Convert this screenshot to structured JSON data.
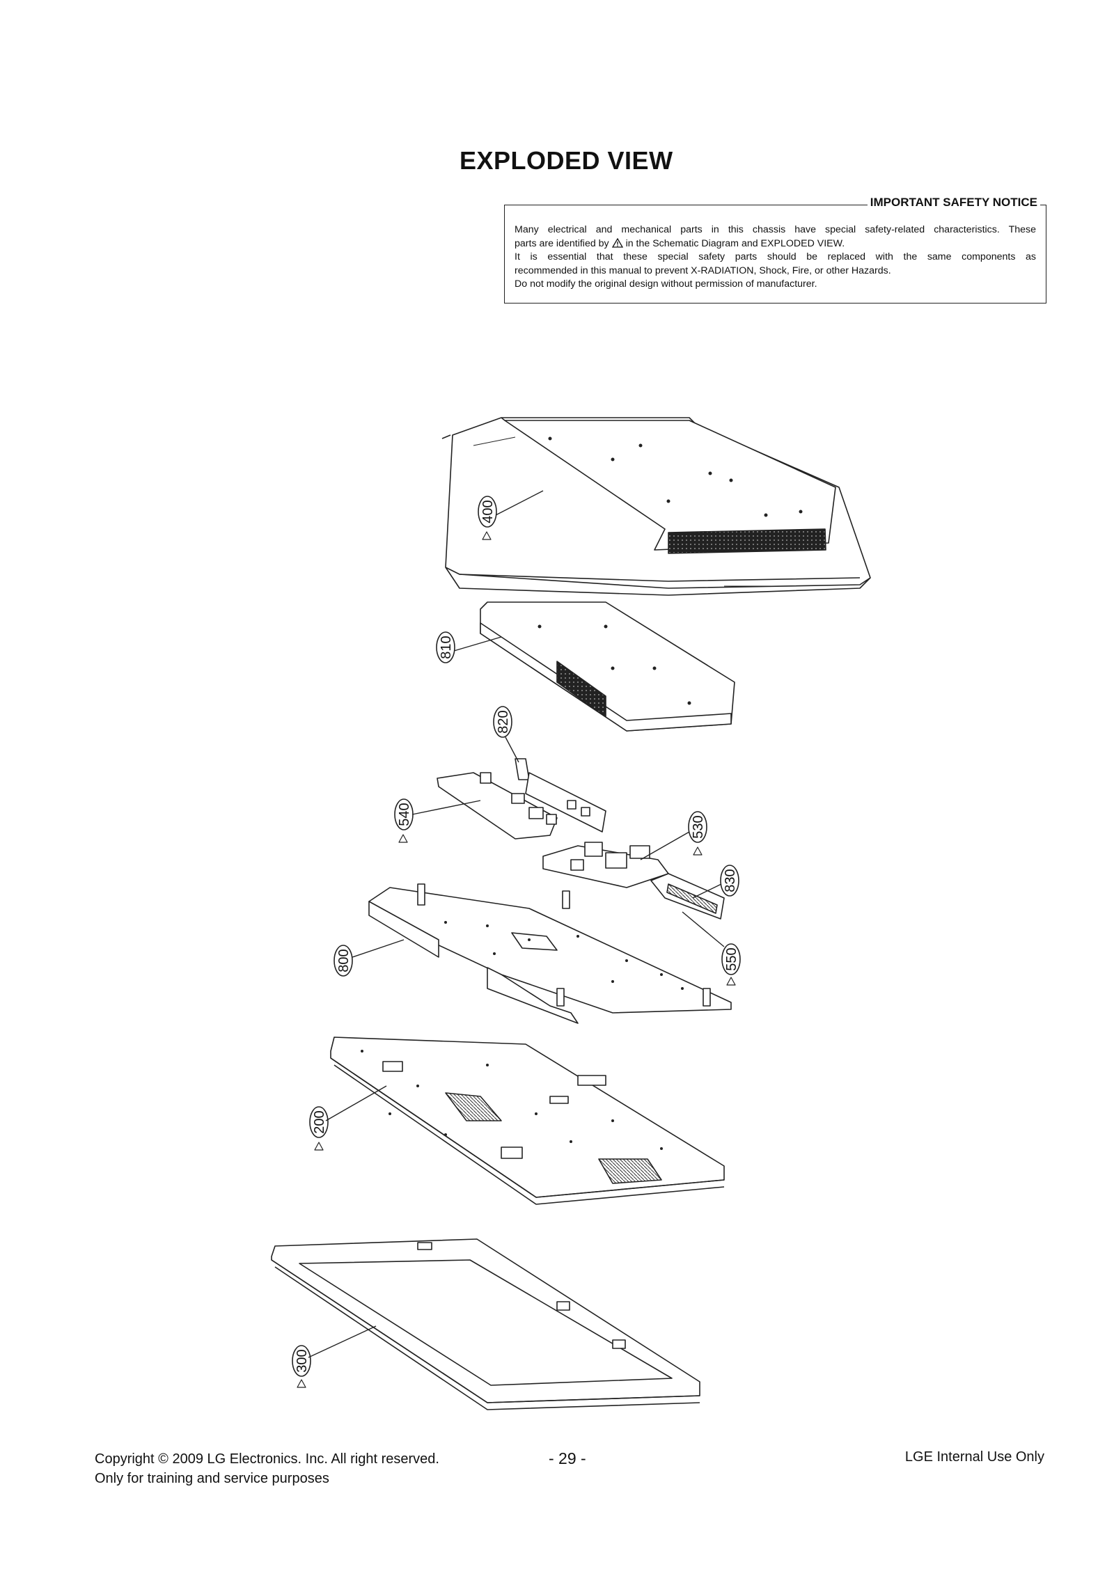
{
  "page": {
    "title": "EXPLODED VIEW"
  },
  "notice": {
    "heading": "IMPORTANT SAFETY NOTICE",
    "line1": "Many electrical and mechanical parts in this chassis have special safety-related characteristics. These",
    "line2_a": "parts are identified by",
    "line2_b": "in the Schematic Diagram and EXPLODED VIEW.",
    "line3": "It is essential that these special safety parts should be replaced with the same components as",
    "line4": "recommended in this manual to prevent X-RADIATION, Shock, Fire, or other Hazards.",
    "line5": "Do not modify the original design without permission of manufacturer."
  },
  "parts": {
    "p400": "400",
    "p810": "810",
    "p820": "820",
    "p540": "540",
    "p530": "530",
    "p830": "830",
    "p800": "800",
    "p550": "550",
    "p200": "200",
    "p300": "300"
  },
  "footer": {
    "copyright": "Copyright  © 2009 LG Electronics. Inc. All right reserved.",
    "purpose": "Only for training and service purposes",
    "page_number": "- 29 -",
    "internal": "LGE Internal Use Only"
  }
}
